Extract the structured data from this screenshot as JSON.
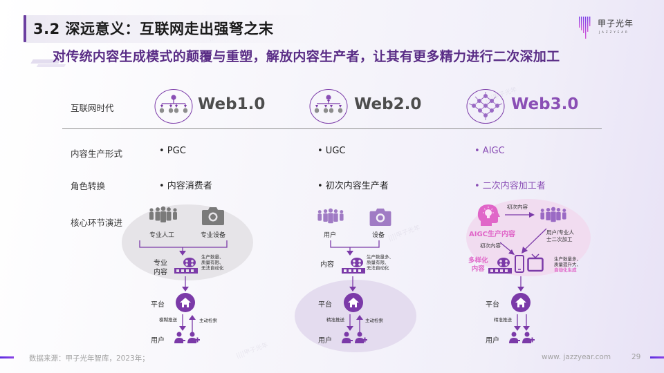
{
  "header": {
    "title": "3.2 深远意义：互联网走出强弩之末",
    "subtitle": "对传统内容生成模式的颠覆与重塑，解放内容生产者，让其有更多精力进行二次深加工"
  },
  "logo": {
    "name": "甲子光年",
    "sub": "JAZZYEAR"
  },
  "rows": {
    "era": "互联网时代",
    "form": "内容生产形式",
    "role": "角色转换",
    "core": "核心环节演进"
  },
  "eras": [
    {
      "name": "Web1.0",
      "icon": "hierarchy-network-icon",
      "form": "• PGC",
      "role": "• 内容消费者"
    },
    {
      "name": "Web2.0",
      "icon": "hierarchy-network-icon",
      "form": "• UGC",
      "role": "• 初次内容生产者"
    },
    {
      "name": "Web3.0",
      "icon": "mesh-network-icon",
      "form": "• AIGC",
      "role": "• 二次内容加工者"
    }
  ],
  "web1": {
    "people": "专业人工",
    "device": "专业设备",
    "content": "专业\n内容",
    "content_l1": "专业",
    "content_l2": "内容",
    "note1": "生产数量、",
    "note2": "质量有限、",
    "note3": "无法自动化",
    "platform": "平台",
    "push": "模糊推送",
    "search": "主动检索",
    "user": "用户"
  },
  "web2": {
    "people": "用户",
    "device": "设备",
    "content": "内容",
    "note1": "生产数量多、",
    "note2": "质量有限、",
    "note3": "无法自动化",
    "platform": "平台",
    "push": "精准推送",
    "search": "主动检索",
    "user": "用户"
  },
  "web3": {
    "aigc": "AIGC生产内容",
    "first1": "初次内容",
    "first2": "初次内容",
    "human1": "用户/专业人",
    "human2": "士二次加工",
    "diverse1": "多样化",
    "diverse2": "内容",
    "note1": "生产数量多、",
    "note2": "质量提升大、",
    "note3": "自动化生成",
    "platform": "平台",
    "push": "精准推送",
    "user": "用户"
  },
  "footer": {
    "source": "数据来源：甲子光年智库，2023年；",
    "url": "www. jazzyear.com",
    "page": "29"
  },
  "colors": {
    "accent": "#6b3fa0",
    "purple": "#7b3aa8",
    "light_purple": "#a07bc4",
    "pink": "#e066c8",
    "gray_icon": "#7a7a7a"
  }
}
